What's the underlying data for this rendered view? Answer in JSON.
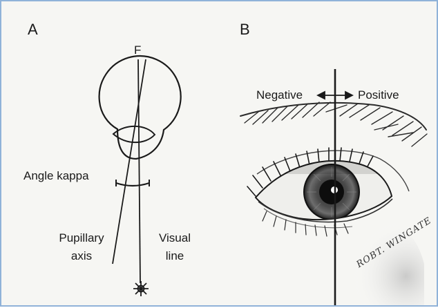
{
  "panel_a": {
    "letter": "A",
    "fovea_label": "F",
    "angle_label": "Angle kappa",
    "pupillary_axis": [
      "Pupillary",
      "axis"
    ],
    "visual_line": [
      "Visual",
      "line"
    ]
  },
  "panel_b": {
    "letter": "B",
    "negative_label": "Negative",
    "positive_label": "Positive",
    "signature": "ROBT. WINGATE"
  },
  "colors": {
    "frame_border": "#8fb2d8",
    "ink": "#1a1a1a",
    "paper": "#f6f6f3"
  }
}
